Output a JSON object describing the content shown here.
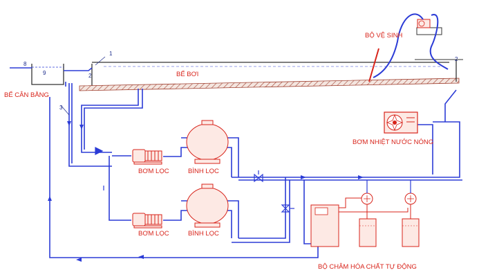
{
  "labels": {
    "pool": "BỂ BƠI",
    "balance_tank": "BỂ CÂN BẰNG",
    "cleaner": "BỘ VỆ SINH",
    "heat_pump": "BƠM NHIỆT NƯỚC NÓNG",
    "pump_1": "BƠM LỌC",
    "pump_2": "BƠM LỌC",
    "filter_1": "BÌNH LỌC",
    "filter_2": "BÌNH LỌC",
    "chem_dosing": "BỘ CHÂM HÓA CHẤT TỰ ĐỘNG"
  },
  "markers": {
    "m1": "1",
    "m2_left": "2",
    "m2_right": "2",
    "m3": "3",
    "m8": "8",
    "m9": "9"
  },
  "colors": {
    "pipe": "#2b3bd6",
    "equipment": "#d8231a",
    "structure": "#333333"
  }
}
